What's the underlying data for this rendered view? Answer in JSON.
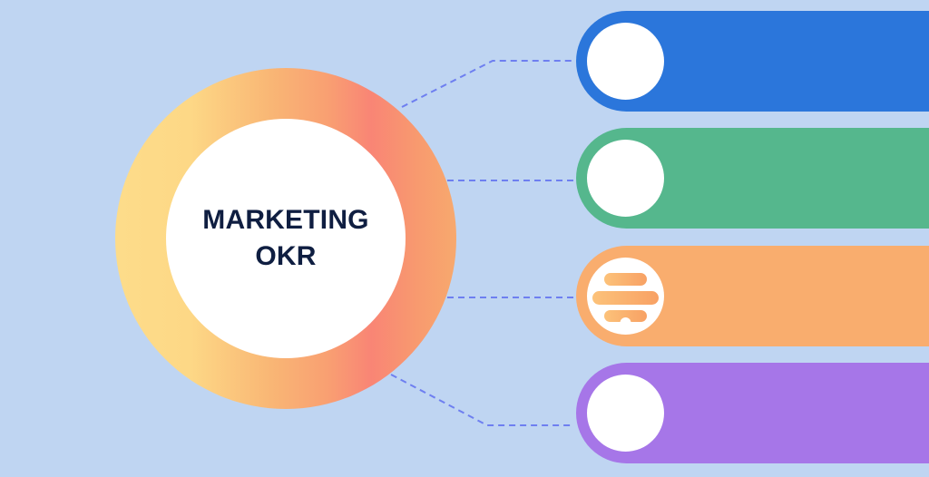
{
  "diagram": {
    "center": {
      "title_line1": "MARKETING",
      "title_line2": "OKR"
    },
    "branches": [
      {
        "id": "branch-1",
        "color": "#2B76DB",
        "icon": "empty-circle"
      },
      {
        "id": "branch-2",
        "color": "#55B78D",
        "icon": "empty-circle"
      },
      {
        "id": "branch-3",
        "color": "#F9AD6E",
        "icon": "logo-stacked-bars-icon"
      },
      {
        "id": "branch-4",
        "color": "#A676E8",
        "icon": "empty-circle"
      }
    ],
    "colors": {
      "background": "#BFD5F2",
      "connector": "#6E7FF0",
      "ring_gradient": [
        "#FDDC8A",
        "#F98575",
        "#F7A96E"
      ],
      "title_text": "#0F1E41"
    }
  }
}
